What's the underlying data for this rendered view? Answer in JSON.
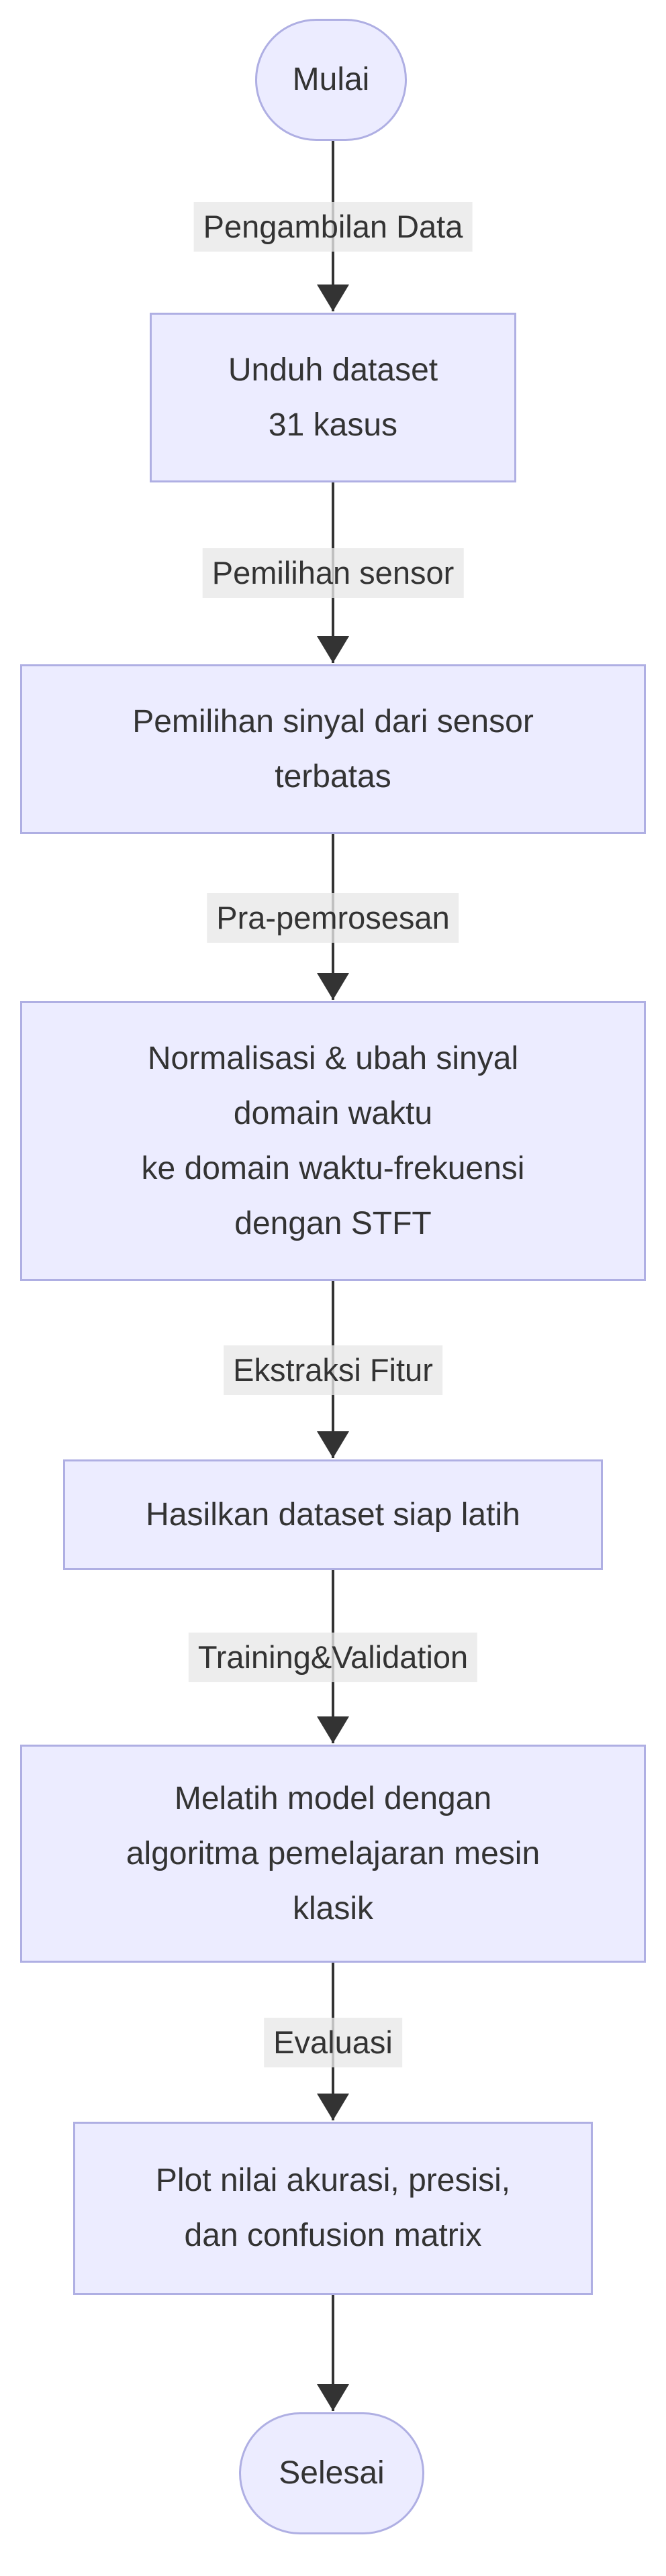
{
  "diagram": {
    "type": "flowchart",
    "direction": "top-to-bottom",
    "nodes": [
      {
        "id": "start",
        "shape": "stadium",
        "label": "Mulai"
      },
      {
        "id": "unduh",
        "shape": "process",
        "label": "Unduh dataset\n31 kasus"
      },
      {
        "id": "pemilihan",
        "shape": "process",
        "label": "Pemilihan sinyal dari sensor\nterbatas"
      },
      {
        "id": "normalisasi",
        "shape": "process",
        "label": "Normalisasi & ubah sinyal\ndomain waktu\nke domain waktu-frekuensi\ndengan STFT"
      },
      {
        "id": "hasilkan",
        "shape": "process",
        "label": "Hasilkan dataset siap latih"
      },
      {
        "id": "melatih",
        "shape": "process",
        "label": "Melatih model dengan\nalgoritma pemelajaran mesin\nklasik"
      },
      {
        "id": "plot",
        "shape": "process",
        "label": "Plot nilai akurasi, presisi,\ndan confusion matrix"
      },
      {
        "id": "end",
        "shape": "stadium",
        "label": "Selesai"
      }
    ],
    "edges": [
      {
        "from": "start",
        "to": "unduh",
        "label": "Pengambilan Data"
      },
      {
        "from": "unduh",
        "to": "pemilihan",
        "label": "Pemilihan sensor"
      },
      {
        "from": "pemilihan",
        "to": "normalisasi",
        "label": "Pra-pemrosesan"
      },
      {
        "from": "normalisasi",
        "to": "hasilkan",
        "label": "Ekstraksi Fitur"
      },
      {
        "from": "hasilkan",
        "to": "melatih",
        "label": "Training&Validation"
      },
      {
        "from": "melatih",
        "to": "plot",
        "label": "Evaluasi"
      },
      {
        "from": "plot",
        "to": "end",
        "label": ""
      }
    ],
    "colors": {
      "node_fill": "#ECECFF",
      "node_border": "#AFAFE3",
      "edge_label_bg": "#E8E8E8",
      "line": "#333333",
      "text": "#333333",
      "background": "#FFFFFF"
    }
  }
}
